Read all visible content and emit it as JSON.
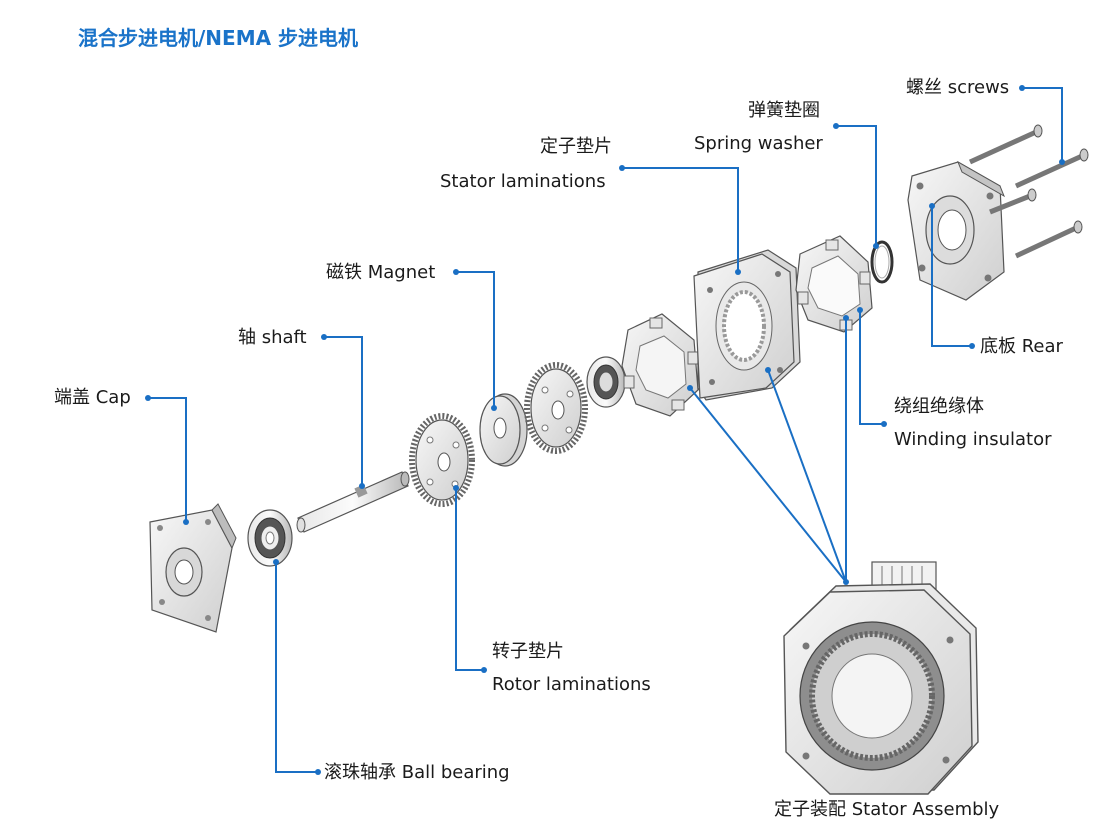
{
  "title": "混合步进电机/NEMA 步进电机",
  "colors": {
    "title": "#1a73c9",
    "leader": "#1a6fc4",
    "part_fill": "#eeeeee",
    "part_stroke": "#555555",
    "text": "#1b1b1b"
  },
  "parts": {
    "screws": "螺丝 screws",
    "spring_washer_cn": "弹簧垫圈",
    "spring_washer_en": "Spring washer",
    "stator_laminations_cn": "定子垫片",
    "stator_laminations_en": "Stator laminations",
    "magnet": "磁铁 Magnet",
    "shaft": "轴 shaft",
    "cap": "端盖 Cap",
    "rear": "底板  Rear",
    "winding_insulator_cn": "绕组绝缘体",
    "winding_insulator_en": "Winding insulator",
    "rotor_laminations_cn": "转子垫片",
    "rotor_laminations_en": "Rotor laminations",
    "ball_bearing": "滚珠轴承 Ball bearing",
    "stator_assembly": "定子装配 Stator Assembly"
  }
}
